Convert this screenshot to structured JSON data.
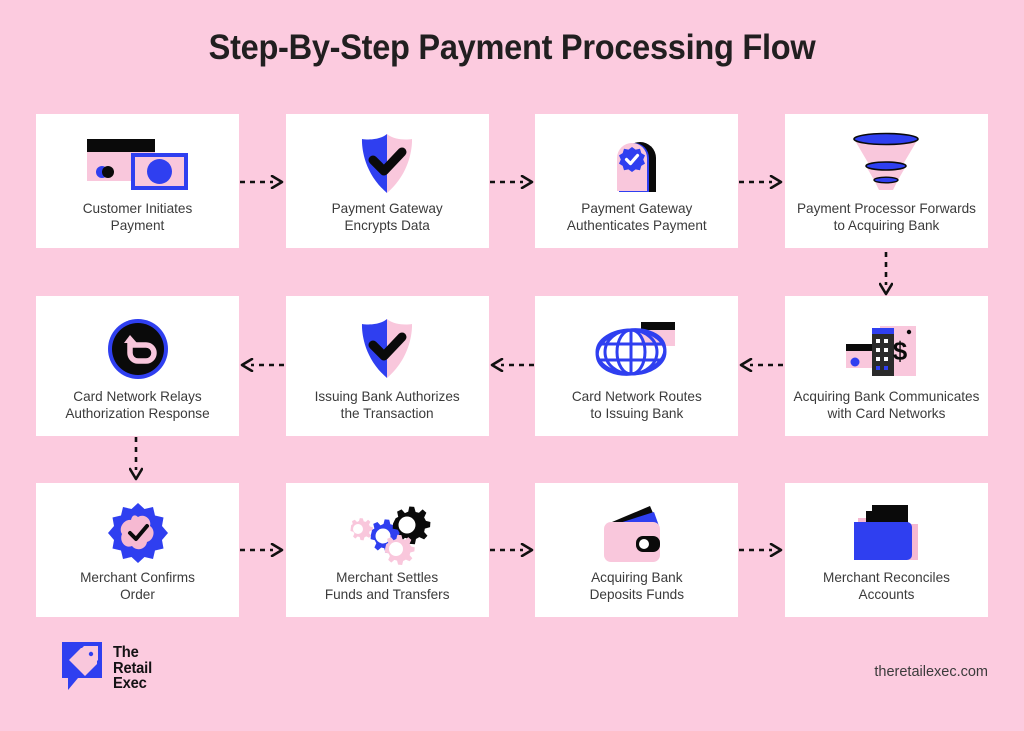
{
  "page": {
    "title": "Step-By-Step Payment Processing Flow",
    "background_color": "#FCCBDF",
    "card_color": "#FFFFFF",
    "accent_blue": "#2F3FF0",
    "accent_pink": "#F9C7DC",
    "text_color": "#3B3B3B"
  },
  "steps": [
    {
      "index": "1",
      "label": "Customer Initiates\nPayment",
      "icon": "credit-card-and-banknote-icon"
    },
    {
      "index": "2",
      "label": "Payment Gateway\nEncrypts Data",
      "icon": "shield-check-icon"
    },
    {
      "index": "3",
      "label": "Payment Gateway\nAuthenticates Payment",
      "icon": "verified-badge-door-icon"
    },
    {
      "index": "4",
      "label": "Payment Processor Forwards\nto Acquiring Bank",
      "icon": "funnel-icon"
    },
    {
      "index": "5",
      "label": "Card Network Relays\nAuthorization Response",
      "icon": "return-arrow-circle-icon"
    },
    {
      "index": "6",
      "label": "Issuing Bank Authorizes\nthe Transaction",
      "icon": "shield-check-icon"
    },
    {
      "index": "7",
      "label": "Card Network Routes\nto Issuing Bank",
      "icon": "globe-and-card-icon"
    },
    {
      "index": "8",
      "label": "Acquiring Bank Communicates\nwith Card Networks",
      "icon": "bank-building-dollar-icon"
    },
    {
      "index": "9",
      "label": "Merchant Confirms\nOrder",
      "icon": "starburst-check-badge-icon"
    },
    {
      "index": "10",
      "label": "Merchant Settles\nFunds and Transfers",
      "icon": "gears-icon"
    },
    {
      "index": "11",
      "label": "Acquiring Bank\nDeposits Funds",
      "icon": "wallet-icon"
    },
    {
      "index": "12",
      "label": "Merchant Reconciles\nAccounts",
      "icon": "folder-document-icon"
    }
  ],
  "connectors": [
    {
      "id": "c1",
      "direction": "right",
      "from": "1",
      "to": "2"
    },
    {
      "id": "c2",
      "direction": "right",
      "from": "2",
      "to": "3"
    },
    {
      "id": "c3",
      "direction": "right",
      "from": "3",
      "to": "4"
    },
    {
      "id": "c4",
      "direction": "down",
      "from": "4",
      "to": "8"
    },
    {
      "id": "c5",
      "direction": "left",
      "from": "8",
      "to": "7"
    },
    {
      "id": "c6",
      "direction": "left",
      "from": "7",
      "to": "6"
    },
    {
      "id": "c7",
      "direction": "left",
      "from": "6",
      "to": "5"
    },
    {
      "id": "c8",
      "direction": "down",
      "from": "5",
      "to": "9"
    },
    {
      "id": "c9",
      "direction": "right",
      "from": "9",
      "to": "10"
    },
    {
      "id": "c10",
      "direction": "right",
      "from": "10",
      "to": "11"
    },
    {
      "id": "c11",
      "direction": "right",
      "from": "11",
      "to": "12"
    }
  ],
  "footer": {
    "brand_line1": "The",
    "brand_line2": "Retail",
    "brand_line3": "Exec",
    "url": "theretailexec.com"
  }
}
